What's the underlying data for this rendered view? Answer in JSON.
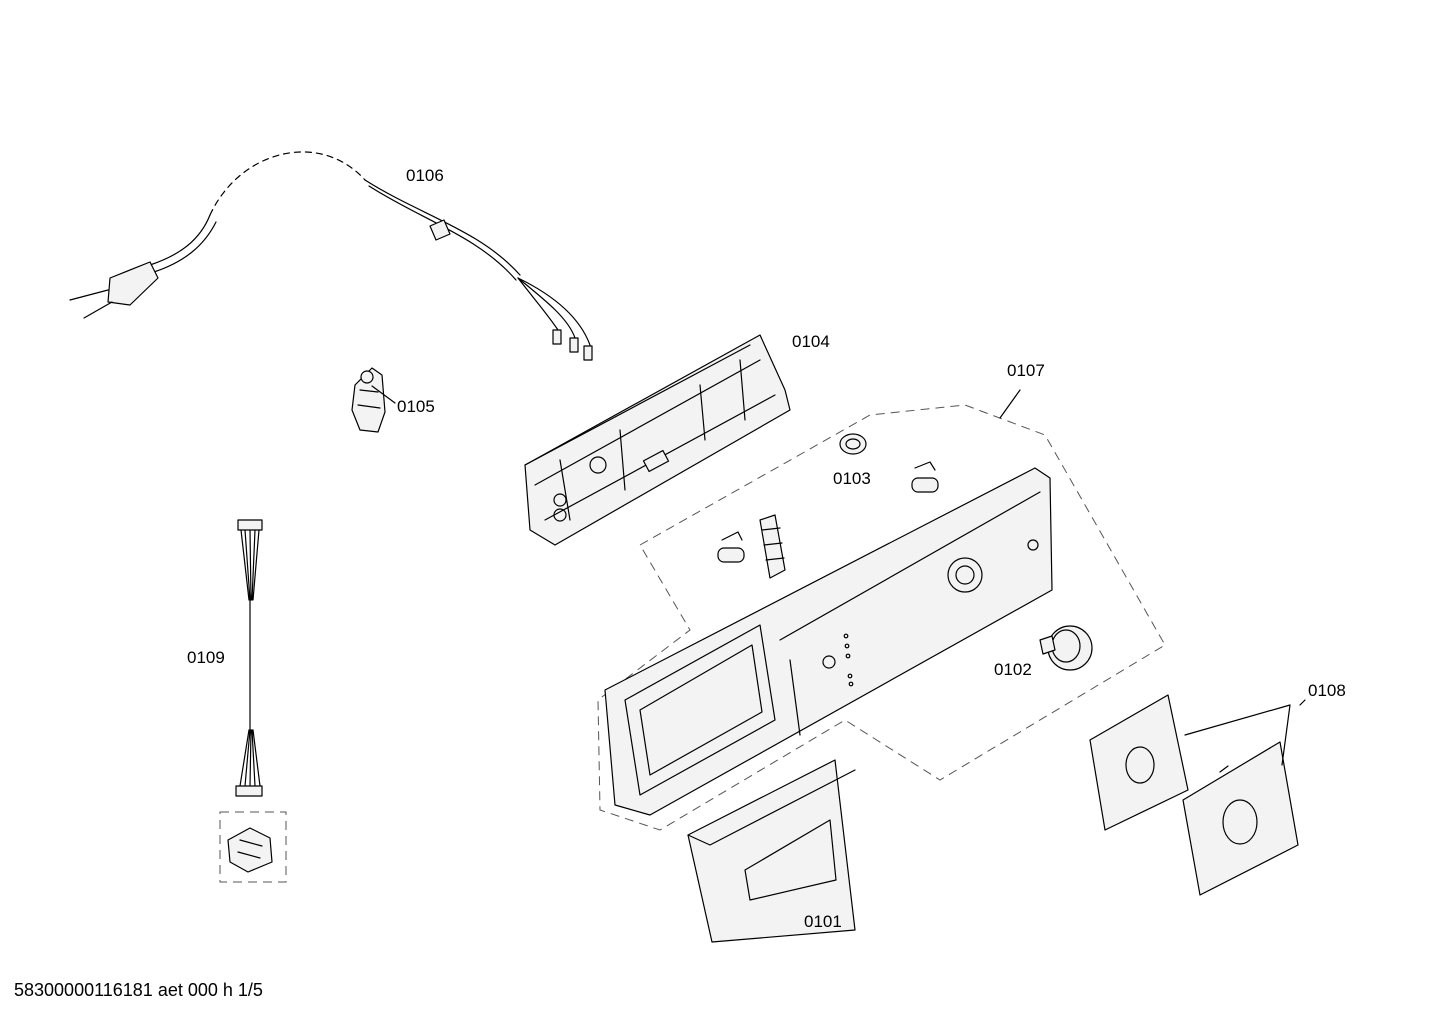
{
  "parts": {
    "p0101": "0101",
    "p0102": "0102",
    "p0103": "0103",
    "p0104": "0104",
    "p0105": "0105",
    "p0106": "0106",
    "p0107": "0107",
    "p0108": "0108",
    "p0109": "0109"
  },
  "footer": "58300000116181 aet 000 h 1/5"
}
